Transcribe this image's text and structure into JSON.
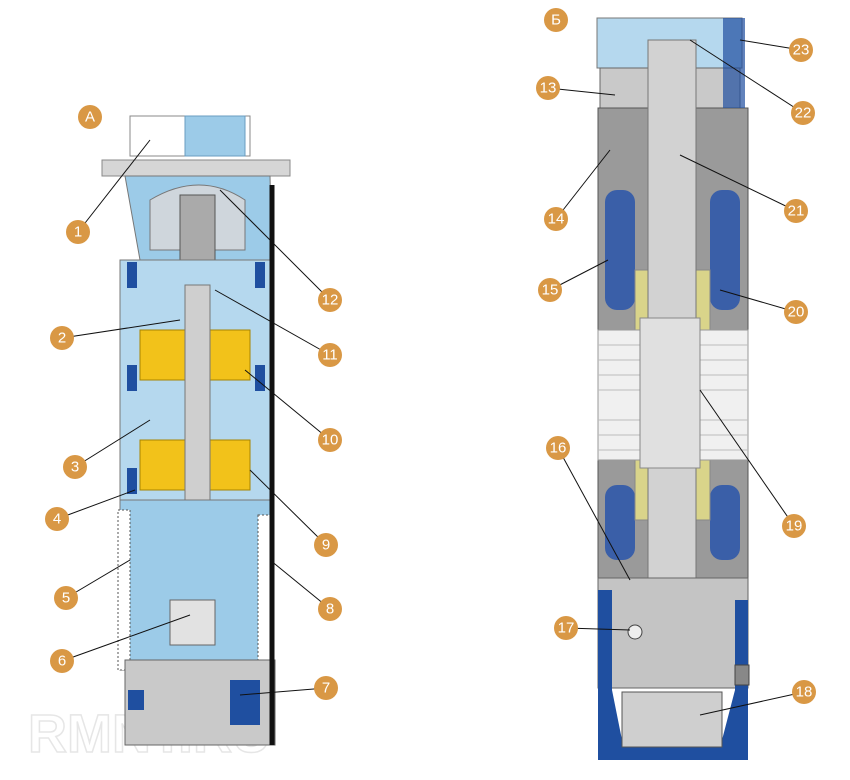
{
  "diagram": {
    "title_a": "А",
    "title_b": "Б",
    "watermark": "RMNT.RU",
    "callouts_a": [
      "1",
      "2",
      "3",
      "4",
      "5",
      "6",
      "7",
      "8",
      "9",
      "10",
      "11",
      "12"
    ],
    "callouts_b": [
      "13",
      "14",
      "15",
      "16",
      "17",
      "18",
      "19",
      "20",
      "21",
      "22",
      "23"
    ],
    "colors": {
      "callout": "#d99845",
      "water": "#9ccbe8",
      "metal": "#c8c8c8",
      "impeller": "#f2c21a",
      "blue_part": "#1f4fa0",
      "winding": "#3a5fa8",
      "rotor": "#d9d48a"
    }
  }
}
